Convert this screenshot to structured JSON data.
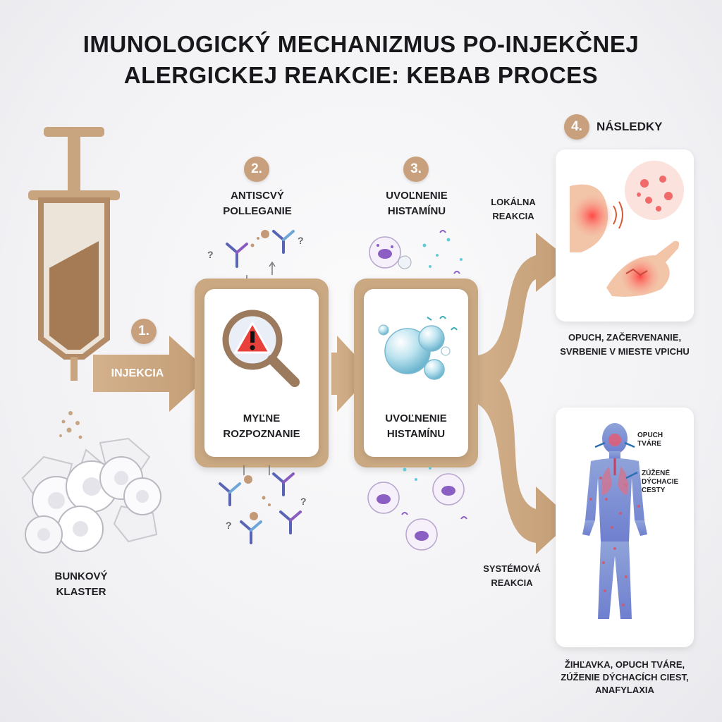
{
  "title": {
    "line1": "IMUNOLOGICKÝ MECHANIZMUS PO-INJEKČNEJ",
    "line2": "ALERGICKEJ REAKCIE: KEBAB PROCES"
  },
  "steps": {
    "step1": {
      "number": "1.",
      "arrow_label": "INJEKCIA"
    },
    "step2": {
      "number": "2.",
      "top_label_line1": "ANTISCVÝ",
      "top_label_line2": "POLLEGANIE",
      "card_label_line1": "MYĽNE",
      "card_label_line2": "ROZPOZNANIE"
    },
    "step3": {
      "number": "3.",
      "top_label_line1": "UVOĽNENIE",
      "top_label_line2": "HISTAMÍNU",
      "card_label_line1": "UVOĽNENIE",
      "card_label_line2": "HISTAMÍNU"
    },
    "step4": {
      "number": "4.",
      "label": "NÁSLEDKY"
    }
  },
  "cell_cluster": {
    "label_line1": "BUNKOVÝ",
    "label_line2": "KLASTER"
  },
  "local_reaction": {
    "label_line1": "LOKÁLNA",
    "label_line2": "REAKCIA",
    "caption_line1": "OPUCH, ZAČERVENANIE,",
    "caption_line2": "SVRBENIE V MIESTE VPICHU"
  },
  "systemic_reaction": {
    "label_line1": "SYSTÉMOVÁ",
    "label_line2": "REAKCIA",
    "annotation_face_line1": "OPUCH",
    "annotation_face_line2": "TVÁRE",
    "annotation_airway_line1": "ZÚŽENÉ",
    "annotation_airway_line2": "DÝCHACIE",
    "annotation_airway_line3": "CESTY",
    "caption_line1": "ŽIHĽAVKA, OPUCH TVÁRE,",
    "caption_line2": "ZÚŽENIE DÝCHACÍCH CIEST,",
    "caption_line3": "ANAFYLAXIA"
  },
  "colors": {
    "accent": "#c9a07d",
    "arrow": "#c8a47f",
    "warning": "#e8403a"
  }
}
